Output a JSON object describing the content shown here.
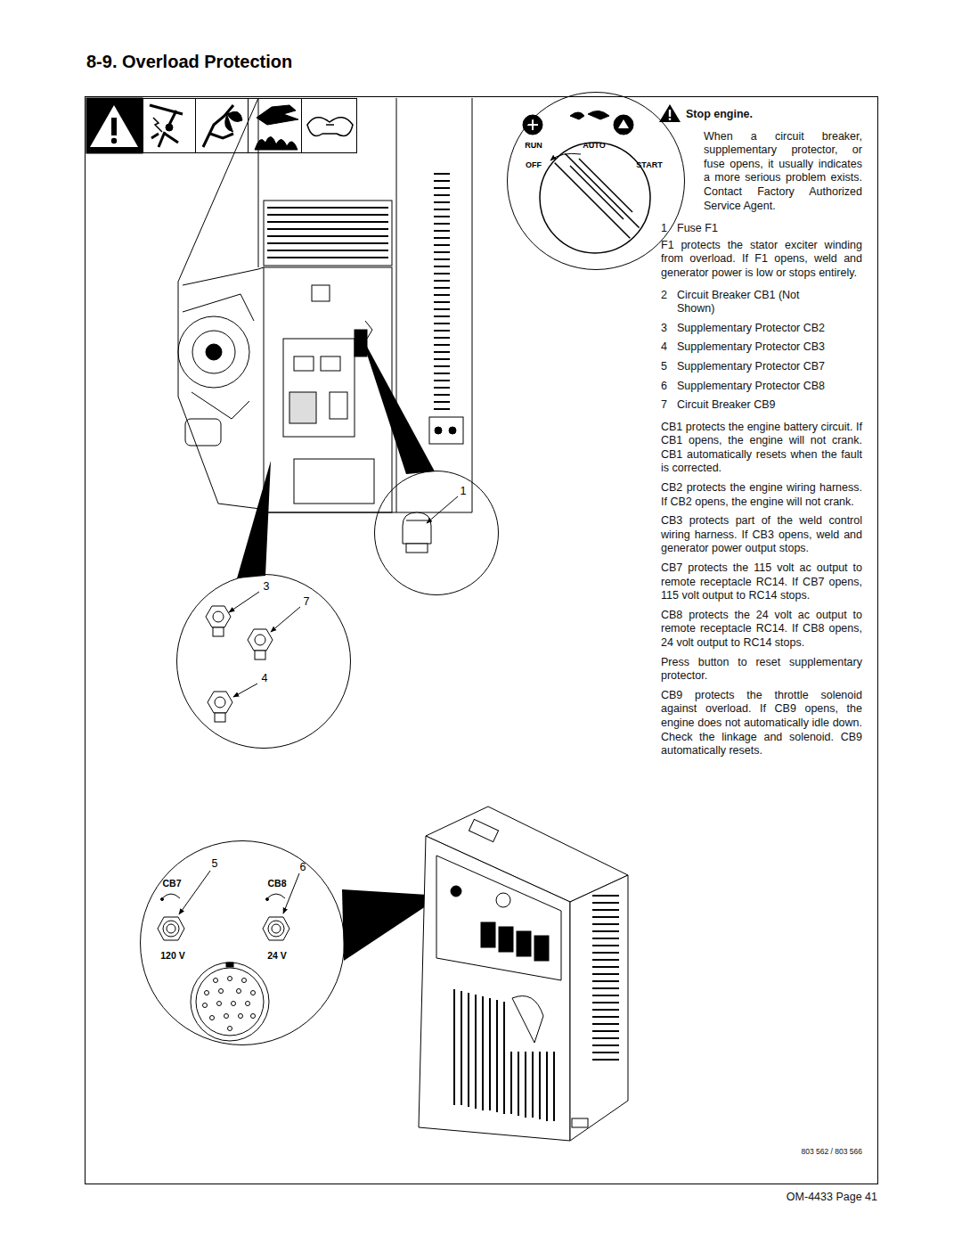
{
  "diagram": {
    "title": "8-9. Overload Protection",
    "nodes": [
      {
        "text": [
          "RUN",
          "AUTO",
          "OFF",
          "START"
        ]
      },
      {
        "text": [
          "1"
        ]
      },
      {
        "text": [
          "3",
          "7",
          "4"
        ]
      },
      {
        "text": [
          "5",
          "6",
          "CB7",
          "CB8",
          "120 V",
          "24 V"
        ]
      }
    ],
    "labels": [
      "Stop engine.",
      "When a circuit breaker, supplementary protector, or fuse opens, it usually indicates a more serious problem exists. Contact Factory Authorized Service Agent.",
      "1",
      "Fuse F1",
      "F1 protects the stator exciter winding from overload. If F1 opens, weld and generator power is low or stops entirely.",
      "2",
      "Circuit Breaker CB1 (Not Shown)",
      "3",
      "Supplementary Protector CB2",
      "4",
      "Supplementary Protector CB3",
      "5",
      "Supplementary Protector CB7",
      "6",
      "Supplementary Protector CB8",
      "7",
      "Circuit Breaker CB9",
      "CB1 protects the engine battery circuit. If CB1 opens, the engine will not crank. CB1 automatically resets when the fault is corrected.",
      "CB2 protects the engine wiring harness. If CB2 opens, the engine will not crank.",
      "CB3 protects part of the weld control wiring harness. If CB3 opens, weld and generator power output stops.",
      "CB7 protects the 115 volt ac output to remote receptacle RC14. If CB7 opens, 115 volt output to RC14 stops.",
      "CB8 protects the 24 volt ac output to remote receptacle RC14. If CB8 opens, 24 volt output to RC14 stops.",
      "Press button to reset supplementary protector.",
      "CB9 protects the throttle solenoid against overload. If CB9 opens, the engine does not automatically idle down. Check the linkage and solenoid. CB9 automatically resets.",
      "803 562 / 803 566",
      "OM-4433 Page 41"
    ]
  }
}
